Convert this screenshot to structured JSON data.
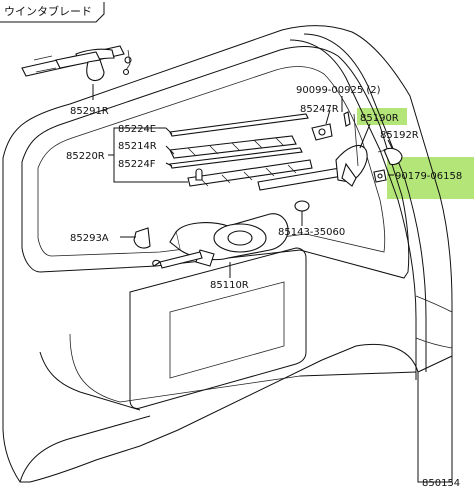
{
  "title": "ウインタブレード",
  "parts": {
    "p90099": "90099-00925 (2)",
    "p85247": "85247R",
    "p85190": "85190R",
    "p85192": "85192R",
    "p90179": "90179-06158",
    "p85291": "85291R",
    "p85224e": "85224E",
    "p85214": "85214R",
    "p85220": "85220R",
    "p85224f": "85224F",
    "p85293": "85293A",
    "p85143": "85143-35060",
    "p85110": "85110R"
  },
  "figure_number": "850154",
  "highlight_color": "#a6e060"
}
